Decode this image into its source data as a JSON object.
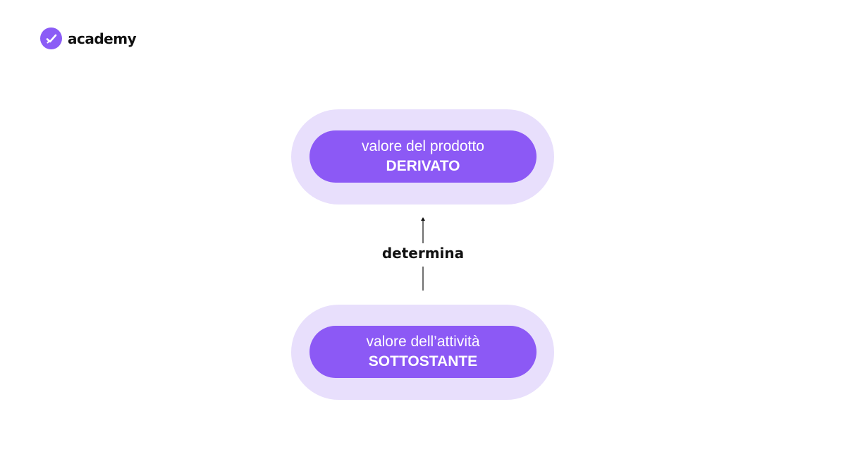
{
  "brand": {
    "name": "academy",
    "accent_color": "#8c59f5",
    "light_color": "#e8dffc",
    "icon": "check-icon"
  },
  "diagram": {
    "top_node": {
      "line1": "valore del prodotto",
      "line2": "DERIVATO"
    },
    "connector": {
      "label": "determina",
      "direction": "up"
    },
    "bottom_node": {
      "line1": "valore dell’attività",
      "line2": "SOTTOSTANTE"
    }
  }
}
